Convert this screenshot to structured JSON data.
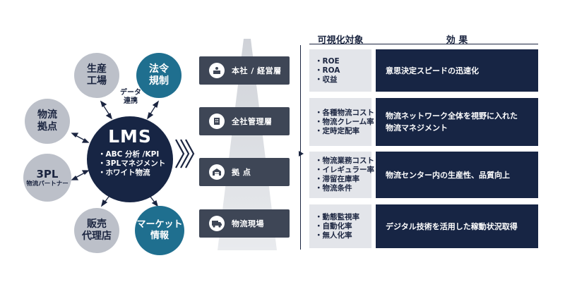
{
  "lms": {
    "title": "LMS",
    "items": [
      "・ABC 分析 /KPI",
      "・3PLマネジメント",
      "・ホワイト物流"
    ]
  },
  "edge_label": "データ\n連携",
  "nodes": [
    {
      "id": "factory",
      "label": "生産\n工場",
      "style": "gray"
    },
    {
      "id": "law",
      "label": "法令\n規制",
      "style": "teal"
    },
    {
      "id": "hub",
      "label": "物流\n拠点",
      "style": "gray"
    },
    {
      "id": "3pl",
      "label": "3PL",
      "sub": "物流パートナー",
      "style": "gray"
    },
    {
      "id": "agency",
      "label": "販売\n代理店",
      "style": "gray"
    },
    {
      "id": "market",
      "label": "マーケット\n情報",
      "style": "teal"
    }
  ],
  "layers": [
    {
      "label": "本社 / 経営層",
      "icon": "reception-desk-icon"
    },
    {
      "label": "全社管理層",
      "icon": "office-building-icon"
    },
    {
      "label": "拠 点",
      "icon": "warehouse-icon"
    },
    {
      "label": "物流現場",
      "icon": "delivery-truck-icon"
    }
  ],
  "table": {
    "headers": {
      "target": "可視化対象",
      "effect": "効 果"
    },
    "rows": [
      {
        "targets": [
          "・ROE",
          "・ROA",
          "・収益"
        ],
        "effect": "意思決定スピードの迅速化"
      },
      {
        "targets": [
          "・各種物流コスト",
          "・物流クレーム率",
          "・定時定配率"
        ],
        "effect": "物流ネットワーク全体を視野に入れた\n物流マネジメント"
      },
      {
        "targets": [
          "・物流業務コスト",
          "・イレギュラー率",
          "・滞留在庫率",
          "・物流条件"
        ],
        "effect": "物流センター内の生産性、品質向上"
      },
      {
        "targets": [
          "・動態監視率",
          "・自動化率",
          "・無人化率"
        ],
        "effect": "デジタル技術を活用した稼動状況取得"
      }
    ]
  },
  "colors": {
    "navy": "#172544",
    "teal": "#1f6f8f",
    "gray": "#bcc0c9",
    "layer": "#3e4656",
    "cell": "#e3e5ea"
  }
}
